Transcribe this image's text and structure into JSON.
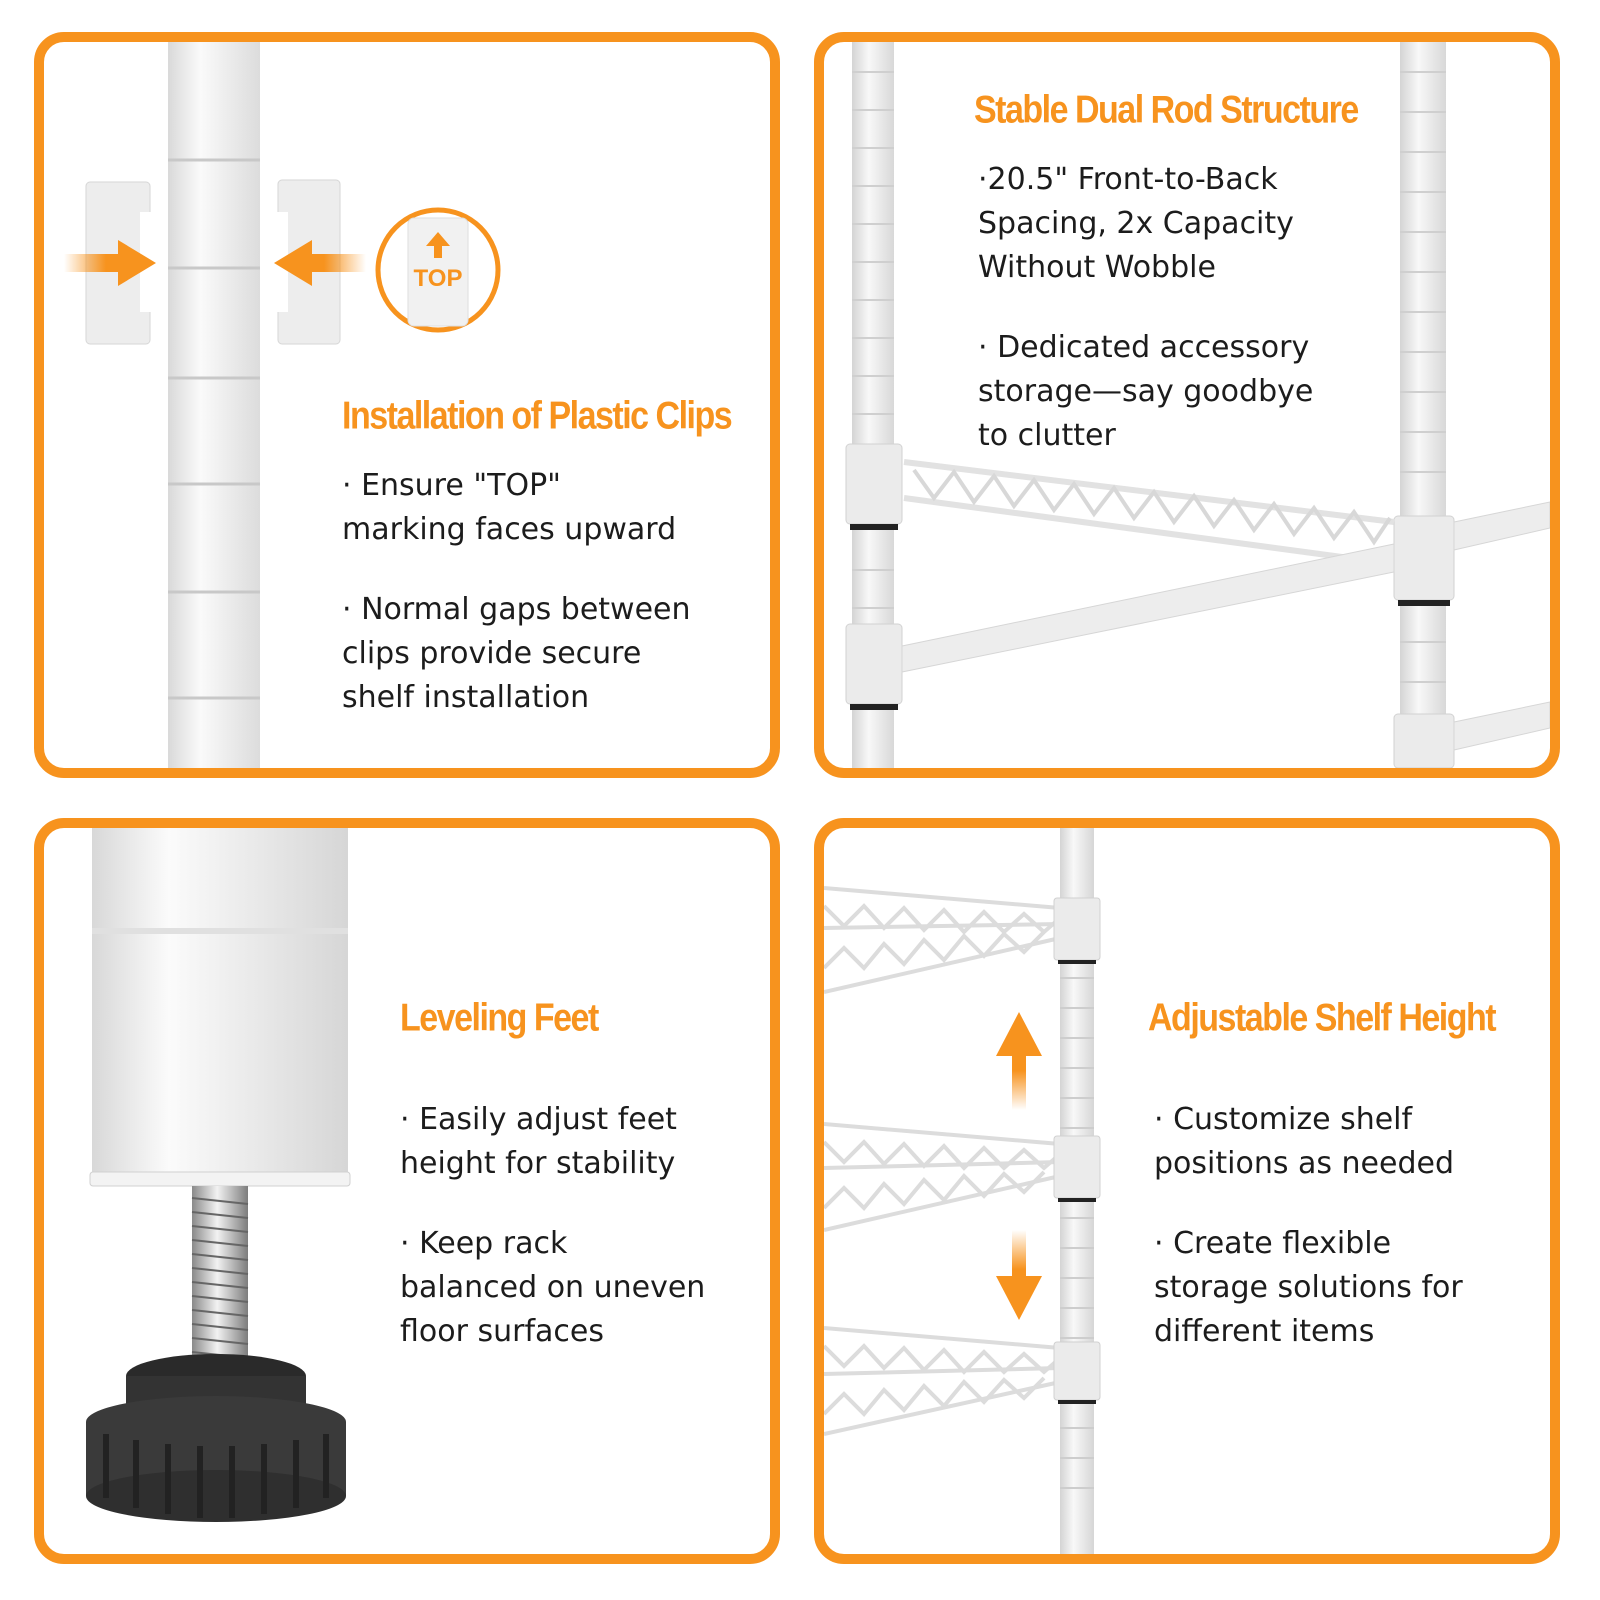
{
  "colors": {
    "accent": "#f7931e",
    "text": "#1c1c1c",
    "metal": "#ececec",
    "foot": "#3a3a3a"
  },
  "panels": [
    {
      "heading": "Installation of Plastic Clips",
      "badge_label": "TOP",
      "bullets": [
        "· Ensure \"TOP\"\nmarking faces upward",
        "· Normal gaps between\nclips provide secure\nshelf installation"
      ]
    },
    {
      "heading": "Stable Dual Rod Structure",
      "bullets": [
        "·20.5\" Front-to-Back\nSpacing, 2x Capacity\nWithout Wobble",
        "· Dedicated accessory\nstorage—say goodbye\nto clutter"
      ]
    },
    {
      "heading": "Leveling Feet",
      "bullets": [
        "· Easily adjust feet\nheight for stability",
        "· Keep rack\nbalanced on uneven\nfloor surfaces"
      ]
    },
    {
      "heading": "Adjustable Shelf Height",
      "bullets": [
        "· Customize shelf\npositions as needed",
        "· Create flexible\nstorage solutions for\ndifferent items"
      ]
    }
  ]
}
